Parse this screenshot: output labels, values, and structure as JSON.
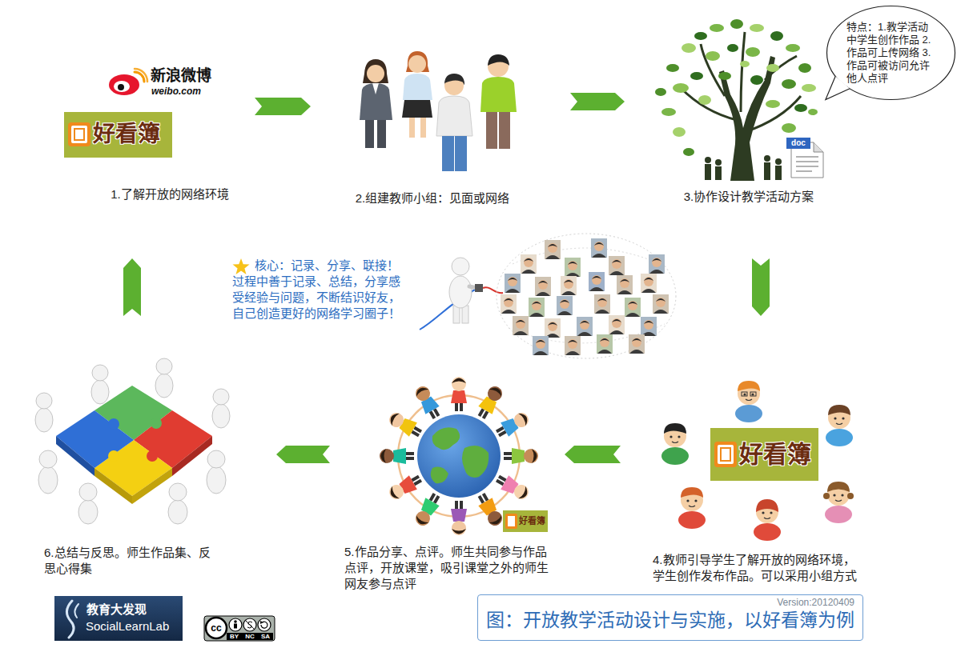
{
  "diagram": {
    "caption": "图：开放教学活动设计与实施，以好看簿为例",
    "nodes": [
      {
        "text": [
          "1.了解开放的网络环境"
        ]
      },
      {
        "text": [
          "2.组建教师小组：见面或网络"
        ]
      },
      {
        "text": [
          "3.协作设计教学活动方案"
        ]
      },
      {
        "text": [
          "特点：1.教学活动 中学生创作作品 2. 作品可上传网络 3. 作品可被访问允许 他人点评"
        ]
      },
      {
        "text": [
          "4.教师引导学生了解开放的网络环境， 学生创作发布作品。可以采用小组方式"
        ]
      },
      {
        "text": [
          "5.作品分享、点评。师生共同参与作品 点评，开放课堂，吸引课堂之外的师生 网友参与点评"
        ]
      },
      {
        "text": [
          "6.总结与反思。师生作品集、反 思心得集"
        ]
      }
    ],
    "edges": [
      {
        "from": 0,
        "to": 1,
        "arrow": "to"
      },
      {
        "from": 1,
        "to": 2,
        "arrow": "to"
      },
      {
        "from": 2,
        "to": 4,
        "arrow": "to"
      },
      {
        "from": 4,
        "to": 5,
        "arrow": "to"
      },
      {
        "from": 5,
        "to": 6,
        "arrow": "to"
      },
      {
        "from": 6,
        "to": 0,
        "arrow": "to"
      }
    ],
    "labels": [
      "新浪微博",
      "weibo.com",
      "好看簿",
      "doc",
      "核心：记录、分享、联接！ 过程中善于记录、总结，分享感 受经验与问题，不断结识好友， 自己创造更好的网络学习圈子！",
      "好看簿",
      "好看簿",
      "教育大发现",
      "SocialLearnLab",
      "cc",
      "BY NC SA",
      "Version:20120409"
    ]
  }
}
